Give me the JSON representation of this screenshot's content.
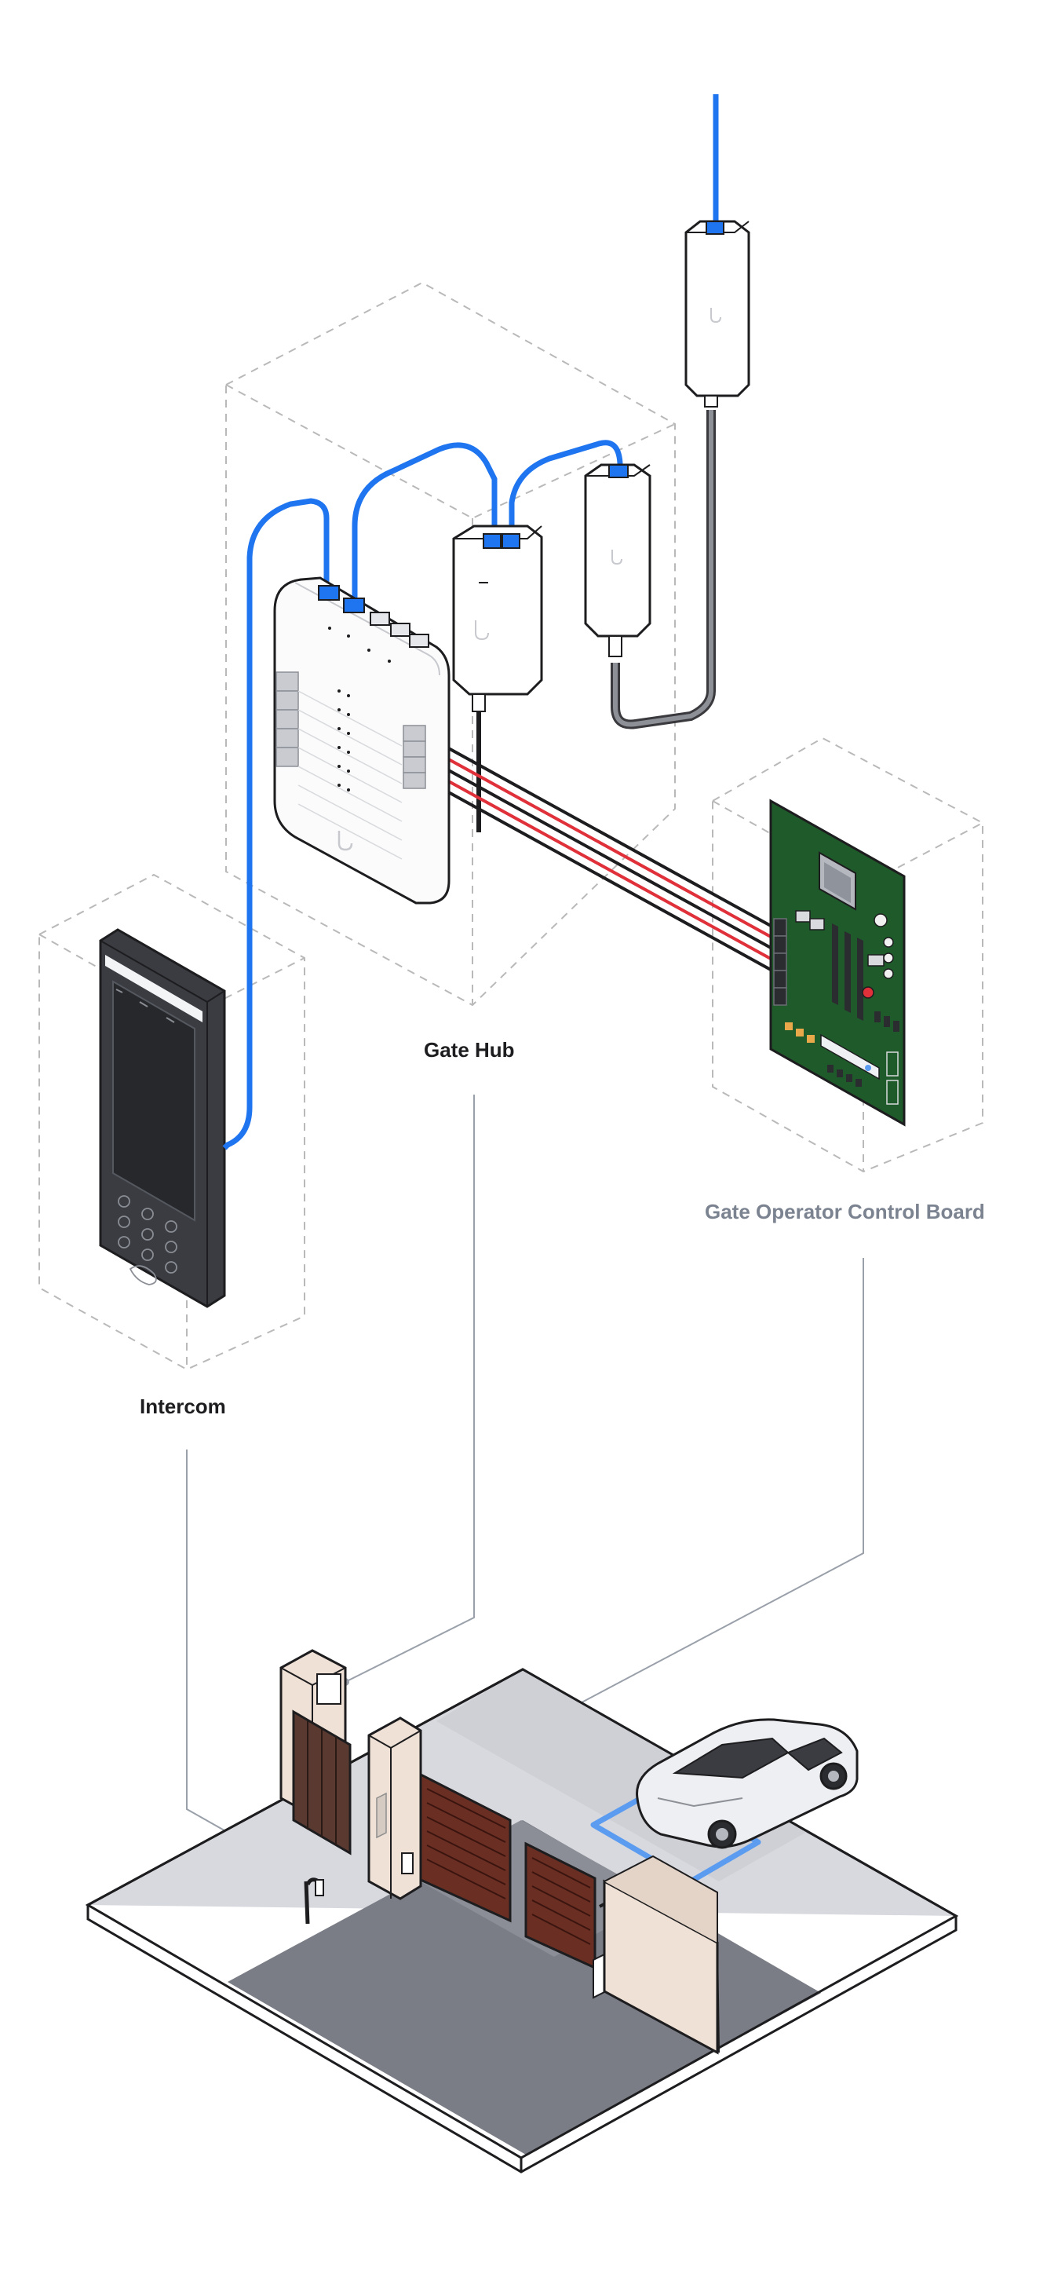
{
  "labels": {
    "gate_hub": "Gate Hub",
    "gate_operator_control_board": "Gate Operator Control Board",
    "intercom": "Intercom"
  },
  "colors": {
    "ethernet_blue": "#1f74f0",
    "wire_red": "#e0303a",
    "wire_black": "#1d1d1f",
    "pcb_green": "#1f5a2a",
    "dashed_box": "#b9b9b9",
    "leader_line": "#9aa0aa",
    "board_label_gray": "#7b8391",
    "ground_light": "#d8d9de",
    "ground_dark": "#7a7d86",
    "gate_wood": "#6b2e22",
    "wall_beige": "#f0e1d6",
    "detection_loop": "#5b9cf0"
  },
  "icons": {
    "hub": "gate-hub-device-icon",
    "poe_injector": "poe-injector-icon",
    "control_board": "circuit-board-icon",
    "intercom": "intercom-keypad-icon",
    "car": "car-icon",
    "gate": "swing-gate-icon"
  }
}
